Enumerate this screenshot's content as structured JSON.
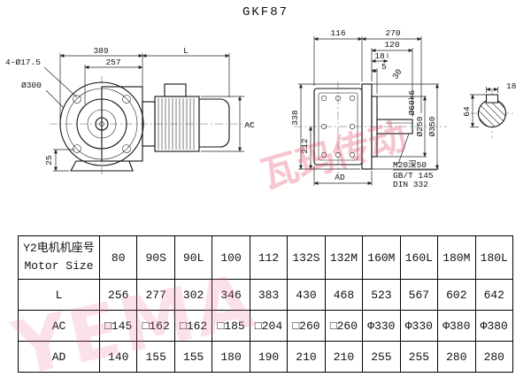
{
  "title": "GKF87",
  "watermark": {
    "cn": "瓦玛传动",
    "en": "YEMA"
  },
  "drawing": {
    "left_view": {
      "dim_overall": "389",
      "dim_motor": "L",
      "dim_housing": "257",
      "holes_note": "4-Ø17.5",
      "flange_dia": "Ø300",
      "dim_motor_height": "AC",
      "dim_foot": "25"
    },
    "output_view": {
      "dim_116": "116",
      "dim_270": "270",
      "dim_120": "120",
      "dim_18": "18",
      "dim_5": "5",
      "dim_30": "30",
      "shaft_dia": "Ø60k6",
      "dim_338": "338",
      "dim_212": "212",
      "spigot_dia": "Ø250",
      "flange_dia": "Ø350",
      "dim_ad": "AD",
      "note_thread": "M20深50",
      "note_gb": "GB/T 145",
      "note_din": "DIN 332"
    },
    "shaft_section": {
      "key_width": "18",
      "dim_64": "64"
    }
  },
  "table": {
    "size_label_cn": "Y2电机机座号",
    "size_label_en": "Motor Size",
    "columns": [
      "80",
      "90S",
      "90L",
      "100",
      "112",
      "132S",
      "132M",
      "160M",
      "160L",
      "180M",
      "180L"
    ],
    "rows": [
      {
        "label": "L",
        "values": [
          "256",
          "277",
          "302",
          "346",
          "383",
          "430",
          "468",
          "523",
          "567",
          "602",
          "642"
        ]
      },
      {
        "label": "AC",
        "values": [
          "□145",
          "□162",
          "□162",
          "□185",
          "□204",
          "□260",
          "□260",
          "Φ330",
          "Φ330",
          "Φ380",
          "Φ380"
        ]
      },
      {
        "label": "AD",
        "values": [
          "140",
          "155",
          "155",
          "180",
          "190",
          "210",
          "210",
          "255",
          "255",
          "280",
          "280"
        ]
      }
    ]
  }
}
